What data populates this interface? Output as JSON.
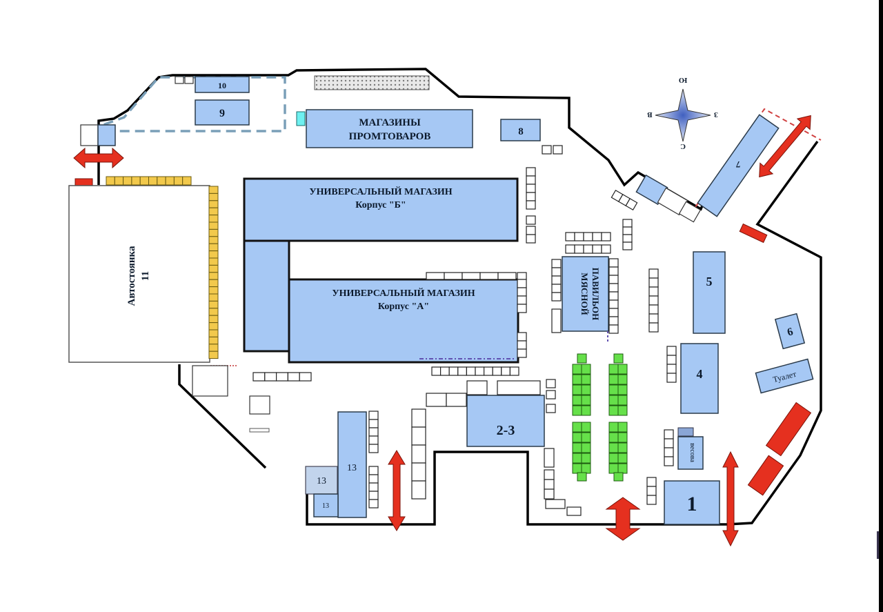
{
  "title": "План рынка",
  "colors": {
    "building": "#a6c8f4",
    "stall": "#ffffff",
    "parking_stall": "#f2c94c",
    "green_stall": "#66e04a",
    "arrow": "#e5301f",
    "wall": "#000000"
  },
  "compass": {
    "north": "Ю",
    "south": "С",
    "east": "З",
    "west": "В"
  },
  "buildings": {
    "b10": "10",
    "b9": "9",
    "promtovary_line1": "МАГАЗИНЫ",
    "promtovary_line2": "ПРОМТОВАРОВ",
    "b8": "8",
    "b7": "7",
    "korpus_b_line1": "УНИВЕРСАЛЬНЫЙ МАГАЗИН",
    "korpus_b_line2": "Корпус \"Б\"",
    "korpus_a_line1": "УНИВЕРСАЛЬНЫЙ МАГАЗИН",
    "korpus_a_line2": "Корпус \"А\"",
    "parking_line1": "Автостоянка",
    "parking_line2": "11",
    "meat_line1": "МЯСНОЙ",
    "meat_line2": "ПАВИЛЬОН",
    "b5": "5",
    "b6": "6",
    "b4": "4",
    "toilet": "Туалет",
    "scales": "весова",
    "b1": "1",
    "b23": "2-3",
    "b13_main": "13",
    "b13_a": "13",
    "b13_b": "13"
  },
  "legend_icons": [
    "compass-rose-icon",
    "entrance-arrow-icon"
  ]
}
